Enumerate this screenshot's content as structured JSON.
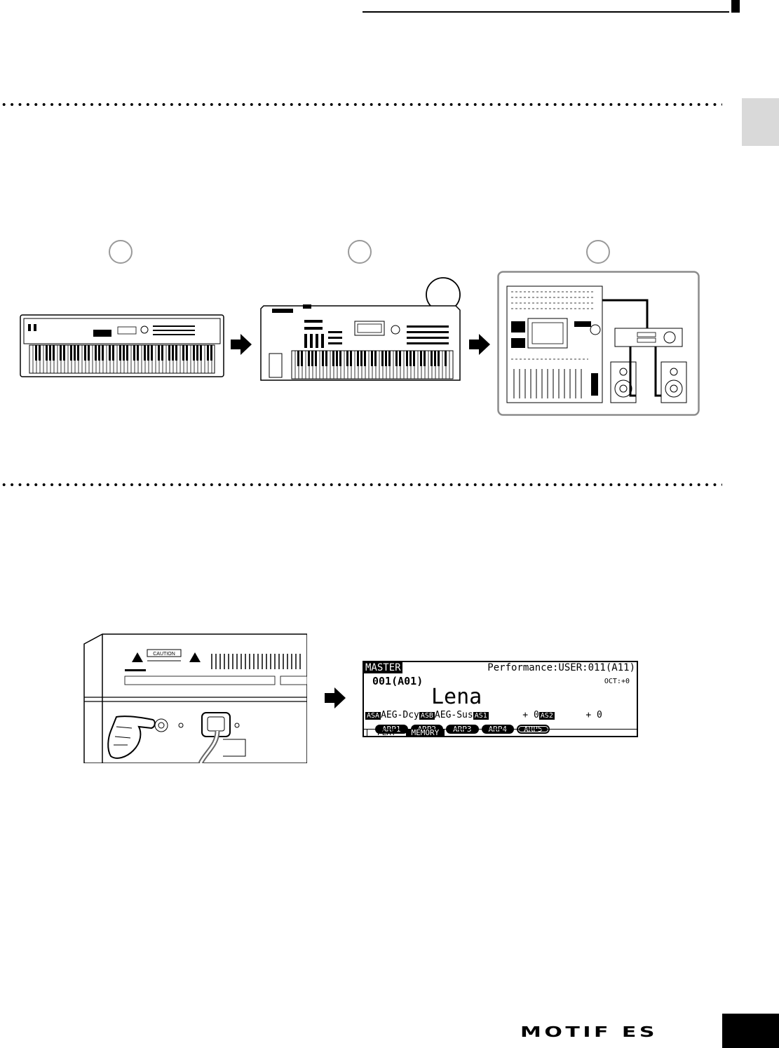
{
  "illustration": {
    "step_callout_icon": "empty-circle-icon",
    "arrow_icon": "right-arrow-icon"
  },
  "rear_panel": {
    "caution_label": "CAUTION"
  },
  "lcd": {
    "mode_tab": "MASTER",
    "performance_label": "Performance:USER:011(A11)",
    "program_number": "001(A01)",
    "octave": "OCT:+0",
    "program_name": "Lena",
    "knob_assign": {
      "asa_tag": "ASA",
      "asa_label": "AEG-Dcy",
      "asb_tag": "ASB",
      "asb_label": "AEG-Sus",
      "as1_tag": "AS1",
      "as1_value": "+ 0",
      "as2_tag": "AS2",
      "as2_value": "+ 0"
    },
    "arp_buttons": [
      "ARP1",
      "ARP2",
      "ARP3",
      "ARP4",
      "ARP5"
    ],
    "tabs": {
      "play": "PLAY",
      "memory": "MEMORY"
    }
  },
  "footer": {
    "logo_text": "MOTIF ES"
  }
}
